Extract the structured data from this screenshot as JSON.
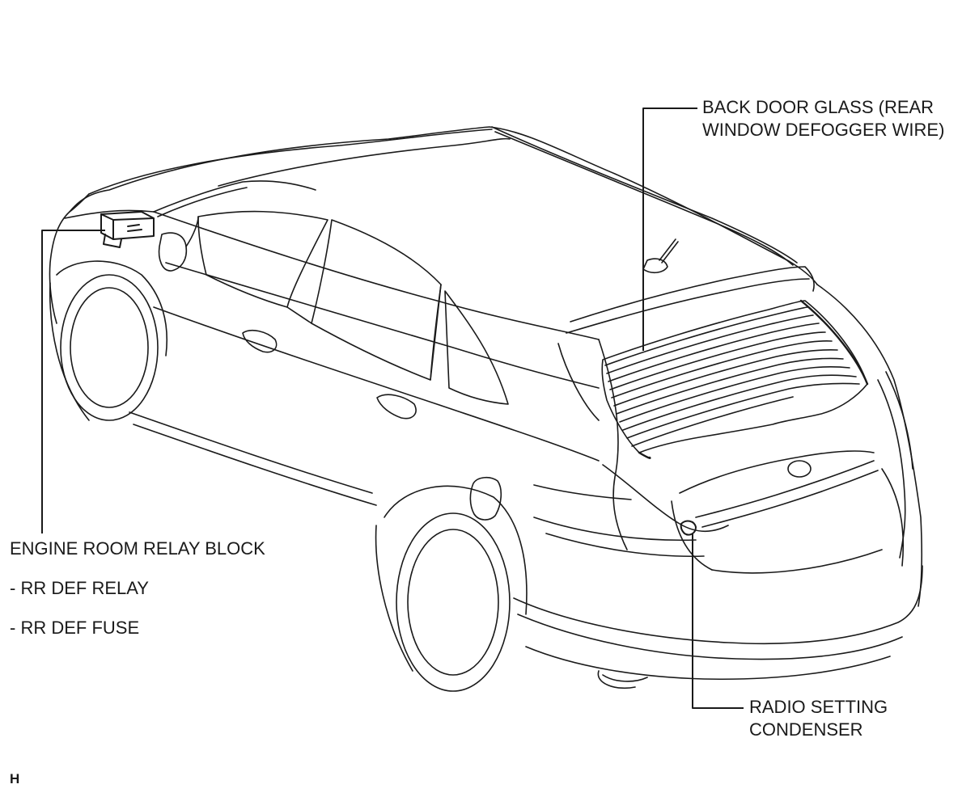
{
  "labels": {
    "back_door_glass_line1": "BACK DOOR GLASS (REAR",
    "back_door_glass_line2": "WINDOW DEFOGGER WIRE)",
    "engine_room_relay_block": "ENGINE ROOM RELAY BLOCK",
    "rr_def_relay": "- RR DEF RELAY",
    "rr_def_fuse": "- RR DEF FUSE",
    "radio_setting_condenser_line1": "RADIO SETTING",
    "radio_setting_condenser_line2": "CONDENSER",
    "figure_code": "H"
  },
  "colors": {
    "line": "#1a1a1a",
    "background": "#ffffff"
  }
}
